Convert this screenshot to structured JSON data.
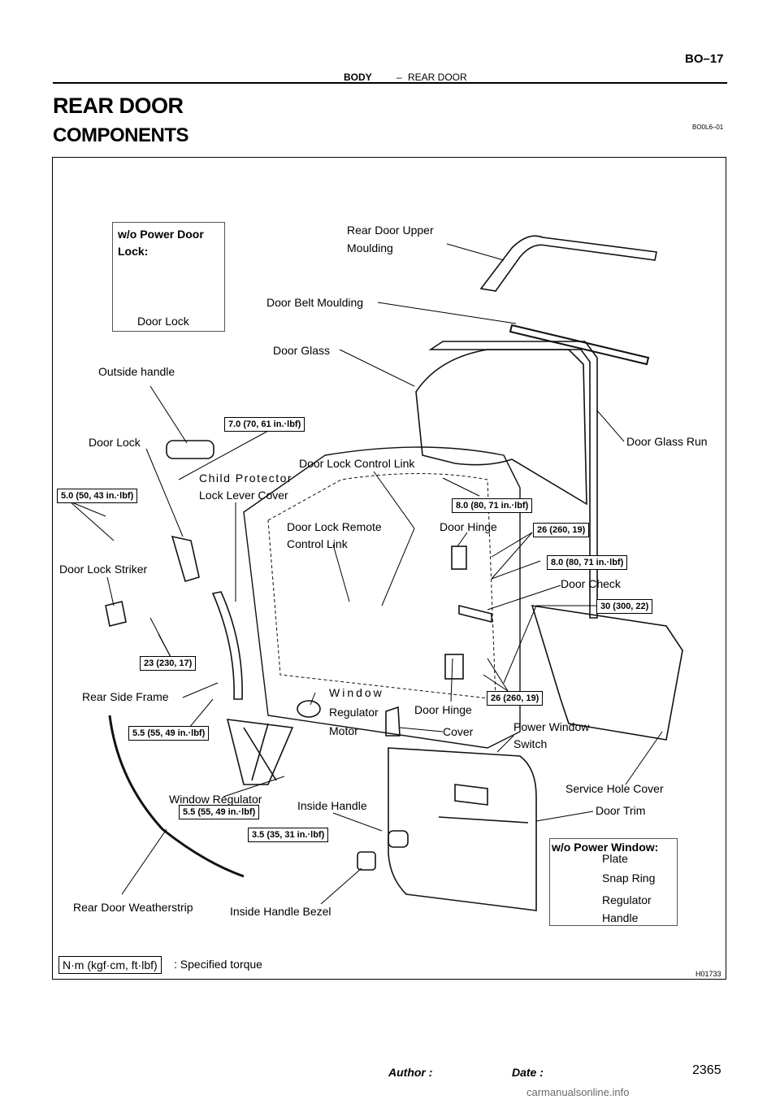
{
  "header": {
    "section": "BODY",
    "dash": "–",
    "topic": "REAR DOOR",
    "page_code": "BO–17"
  },
  "title": "REAR DOOR",
  "subtitle": "COMPONENTS",
  "doc_code": "BO0L6–01",
  "figure": {
    "code": "H01733",
    "inset_power_lock": {
      "title_line1": "w/o  Power  Door",
      "title_line2": "Lock:",
      "part": "Door Lock"
    },
    "inset_power_window": {
      "title": "w/o Power Window:",
      "plate": "Plate",
      "snap_ring": "Snap Ring",
      "regulator_line1": "Regulator",
      "regulator_line2": "Handle"
    },
    "labels": {
      "upper_moulding_line1": "Rear Door Upper",
      "upper_moulding_line2": "Moulding",
      "belt_moulding": "Door Belt Moulding",
      "door_glass": "Door Glass",
      "outside_handle": "Outside handle",
      "door_lock": "Door Lock",
      "door_glass_run": "Door Glass Run",
      "lock_control_link": "Door Lock Control Link",
      "child_protector_line1": "Child  Protector",
      "child_protector_line2": "Lock Lever Cover",
      "remote_link_line1": "Door Lock Remote",
      "remote_link_line2": "Control Link",
      "door_hinge_upper": "Door Hinge",
      "lock_striker": "Door Lock Striker",
      "door_check": "Door Check",
      "rear_side_frame": "Rear Side Frame",
      "motor_line1": "Window",
      "motor_line2": "Regulator",
      "motor_line3": "Motor",
      "door_hinge_lower": "Door Hinge",
      "cover": "Cover",
      "pw_switch_line1": "Power Window",
      "pw_switch_line2": "Switch",
      "window_regulator": "Window Regulator",
      "inside_handle": "Inside Handle",
      "service_hole_cover": "Service Hole Cover",
      "door_trim": "Door Trim",
      "weatherstrip": "Rear Door Weatherstrip",
      "handle_bezel": "Inside Handle Bezel"
    },
    "torques": {
      "t_handle": "7.0 (70, 61 in.·lbf)",
      "t_striker_upper": "5.0 (50, 43 in.·lbf)",
      "t_glass": "8.0 (80, 71 in.·lbf)",
      "t_hinge_upper": "26 (260, 19)",
      "t_hinge_body": "8.0 (80, 71 in.·lbf)",
      "t_check": "30 (300, 22)",
      "t_striker": "23 (230, 17)",
      "t_hinge_lower": "26 (260, 19)",
      "t_frame": "5.5 (55, 49 in.·lbf)",
      "t_regulator": "5.5 (55, 49 in.·lbf)",
      "t_inside_handle": "3.5 (35, 31 in.·lbf)"
    },
    "legend_unit": "N·m (kgf·cm, ft·lbf)",
    "legend_text": ": Specified torque"
  },
  "footer": {
    "author": "Author :",
    "date": "Date :",
    "page": "2365"
  },
  "watermark": "carmanualsonline.info"
}
